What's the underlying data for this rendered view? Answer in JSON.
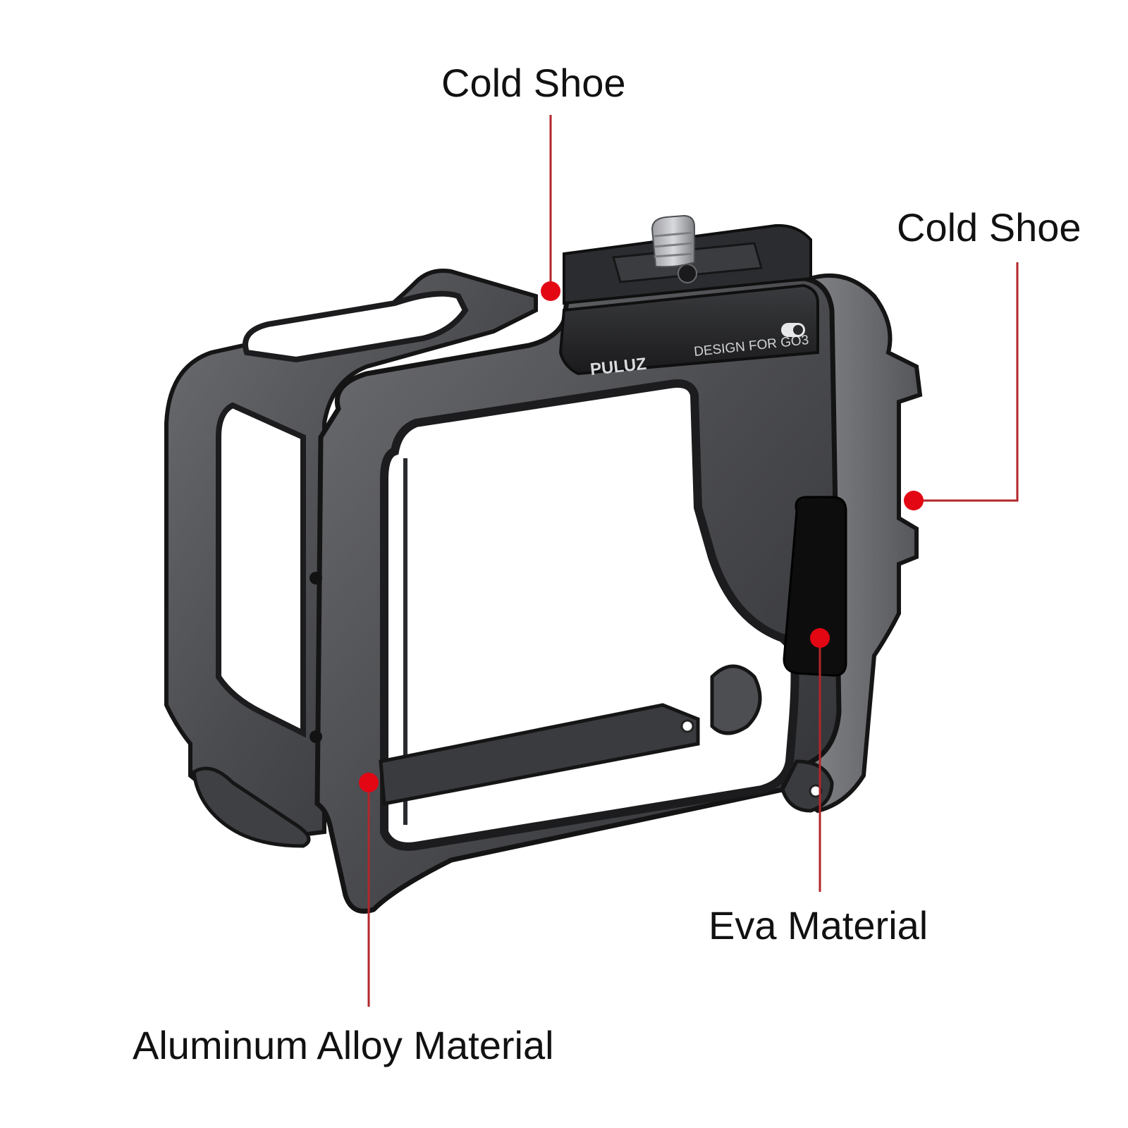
{
  "colors": {
    "leader": "#b3262a",
    "dot": "#e30613",
    "frame_dark": "#1c1c1e",
    "frame_mid": "#4a4b4f",
    "frame_light": "#77787c",
    "pad": "#0d0d0d",
    "label": "#111111"
  },
  "callouts": {
    "top_cold_shoe": "Cold Shoe",
    "side_cold_shoe": "Cold Shoe",
    "eva": "Eva Material",
    "alloy": "Aluminum Alloy Material"
  },
  "product": {
    "brand": "PULUZ",
    "model_text": "DESIGN FOR GO3"
  }
}
